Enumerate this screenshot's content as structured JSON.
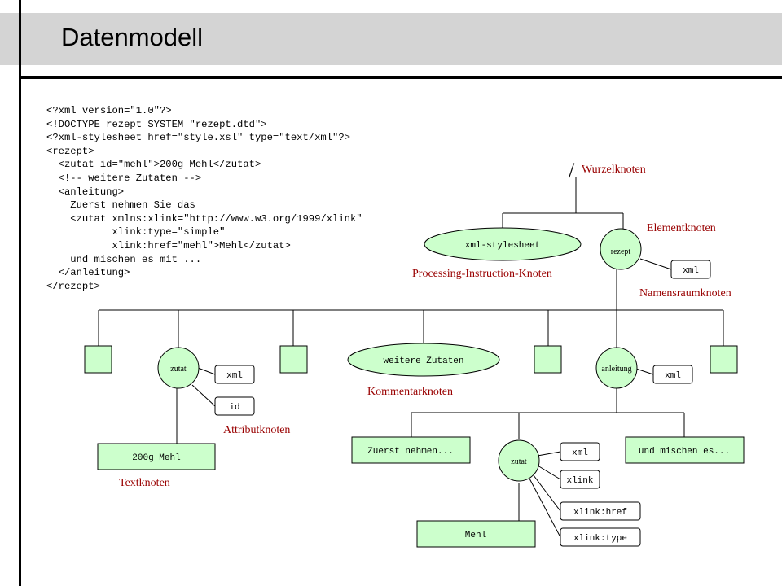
{
  "slide": {
    "title": "Datenmodell",
    "code_lines": [
      "<?xml version=\"1.0\"?>",
      "<!DOCTYPE rezept SYSTEM \"rezept.dtd\">",
      "<?xml-stylesheet href=\"style.xsl\" type=\"text/xml\"?>",
      "<rezept>",
      "  <zutat id=\"mehl\">200g Mehl</zutat>",
      "  <!-- weitere Zutaten -->",
      "  <anleitung>",
      "    Zuerst nehmen Sie das",
      "    <zutat xmlns:xlink=\"http://www.w3.org/1999/xlink\"",
      "           xlink:type=\"simple\"",
      "           xlink:href=\"mehl\">Mehl</zutat>",
      "    und mischen es mit ...",
      "  </anleitung>",
      "</rezept>"
    ]
  },
  "diagram": {
    "root_symbol": "/",
    "nodes": {
      "xml_stylesheet": "xml-stylesheet",
      "rezept": "rezept",
      "rezept_ns": "xml",
      "zutat1": "zutat",
      "zutat1_ns": "xml",
      "zutat1_attr": "id",
      "comment": "weitere Zutaten",
      "anleitung": "anleitung",
      "anleitung_ns": "xml",
      "text_200g": "200g Mehl",
      "text_zuerst": "Zuerst nehmen...",
      "zutat2": "zutat",
      "zutat2_ns1": "xml",
      "zutat2_ns2": "xlink",
      "zutat2_attr1": "xlink:href",
      "zutat2_attr2": "xlink:type",
      "text_mischen": "und mischen es...",
      "text_mehl": "Mehl"
    },
    "labels": {
      "wurzelknoten": "Wurzelknoten",
      "elementknoten": "Elementknoten",
      "pi_knoten": "Processing-Instruction-Knoten",
      "namensraumknoten": "Namensraumknoten",
      "kommentarknoten": "Kommentarknoten",
      "attributknoten": "Attributknoten",
      "textknoten": "Textknoten"
    },
    "colors": {
      "node_fill": "#ccffcc",
      "label": "#990000",
      "title_band": "#d4d4d4"
    }
  }
}
